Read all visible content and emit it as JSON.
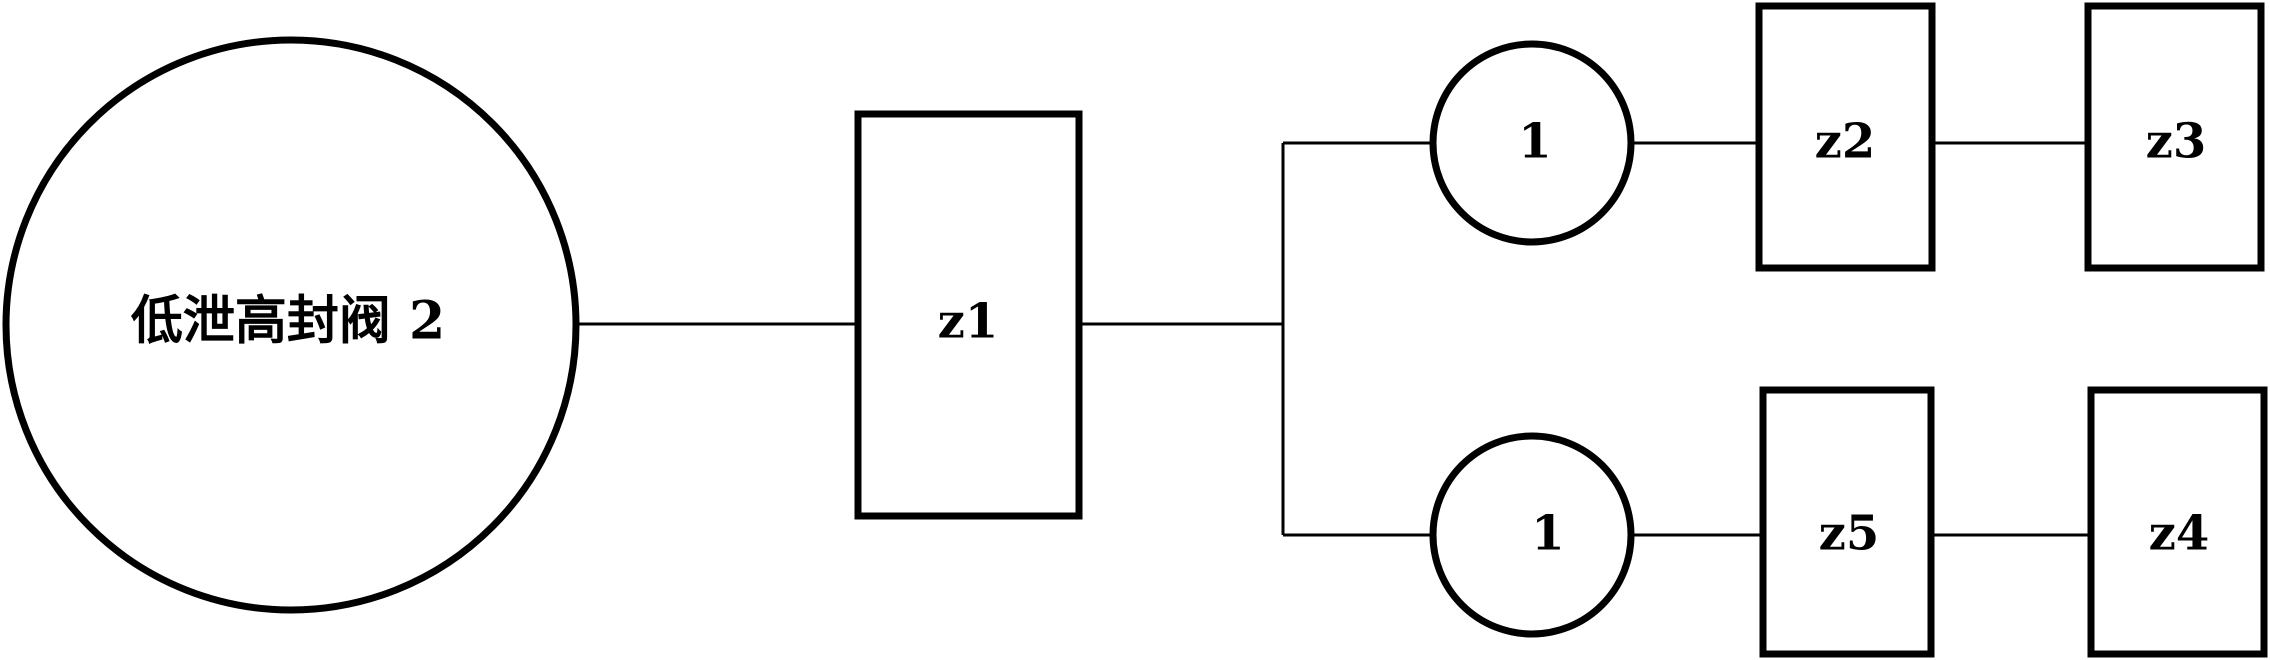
{
  "diagram": {
    "valve_label": "低泄高封阀 2",
    "z1_label": "z1",
    "top_branch": {
      "circle_label": "1",
      "box_a_label": "z2",
      "box_b_label": "z3"
    },
    "bottom_branch": {
      "circle_label": "1",
      "box_a_label": "z5",
      "box_b_label": "z4"
    },
    "colors": {
      "stroke": "#000000",
      "fill": "#ffffff"
    }
  }
}
